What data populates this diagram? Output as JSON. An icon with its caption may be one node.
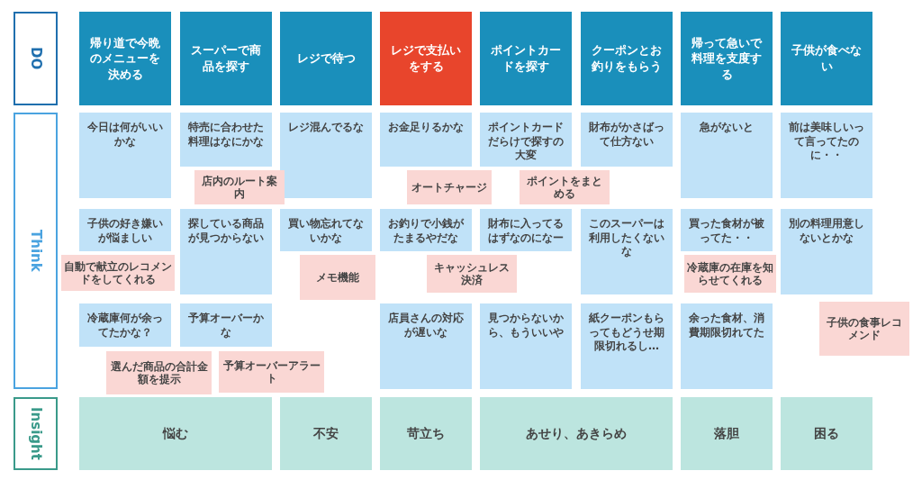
{
  "diagram": {
    "nodes": [
      {
        "text": [
          "DO"
        ]
      },
      {
        "text": [
          "帰り道で今晩のメニューを決める"
        ]
      },
      {
        "text": [
          "スーパーで商品を探す"
        ]
      },
      {
        "text": [
          "レジで待つ"
        ]
      },
      {
        "text": [
          "レジで支払いをする"
        ]
      },
      {
        "text": [
          "ポイントカードを探す"
        ]
      },
      {
        "text": [
          "クーポンとお釣りをもらう"
        ]
      },
      {
        "text": [
          "帰って急いで料理を支度する"
        ]
      },
      {
        "text": [
          "子供が食べない"
        ]
      },
      {
        "text": [
          "Think"
        ]
      },
      {
        "text": [
          "今日は何がいいかな"
        ]
      },
      {
        "text": [
          "特売に合わせた料理はなにかな"
        ]
      },
      {
        "text": [
          "レジ混んでるな"
        ]
      },
      {
        "text": [
          "お金足りるかな"
        ]
      },
      {
        "text": [
          "ポイントカードだらけで探すの大変"
        ]
      },
      {
        "text": [
          "財布がかさばって仕方ない"
        ]
      },
      {
        "text": [
          "急がないと"
        ]
      },
      {
        "text": [
          "前は美味しいって言ってたのに・・"
        ]
      },
      {
        "text": [
          "子供の好き嫌いが悩ましい"
        ]
      },
      {
        "text": [
          "探している商品が見つからない"
        ]
      },
      {
        "text": [
          "買い物忘れてないかな"
        ]
      },
      {
        "text": [
          "お釣りで小銭がたまるやだな"
        ]
      },
      {
        "text": [
          "財布に入ってるはずなのになー"
        ]
      },
      {
        "text": [
          "このスーパーは利用したくないな"
        ]
      },
      {
        "text": [
          "買った食材が被ってた・・"
        ]
      },
      {
        "text": [
          "別の料理用意しないとかな"
        ]
      },
      {
        "text": [
          "冷蔵庫何が余ってたかな？"
        ]
      },
      {
        "text": [
          "予算オーバーかな"
        ]
      },
      {
        "text": [
          "店員さんの対応が遅いな"
        ]
      },
      {
        "text": [
          "見つからないから、もういいや"
        ]
      },
      {
        "text": [
          "紙クーポンもらってもどうせ期限切れるし…"
        ]
      },
      {
        "text": [
          "余った食材、消費期限切れてた"
        ]
      },
      {
        "text": [
          "店内のルート案内"
        ]
      },
      {
        "text": [
          "オートチャージ"
        ]
      },
      {
        "text": [
          "ポイントをまとめる"
        ]
      },
      {
        "text": [
          "自動で献立のレコメンドをしてくれる"
        ]
      },
      {
        "text": [
          "メモ機能"
        ]
      },
      {
        "text": [
          "キャッシュレス決済"
        ]
      },
      {
        "text": [
          "冷蔵庫の在庫を知らせてくれる"
        ]
      },
      {
        "text": [
          "子供の食事レコメンド"
        ]
      },
      {
        "text": [
          "選んだ商品の合計金額を提示"
        ]
      },
      {
        "text": [
          "予算オーバーアラート"
        ]
      },
      {
        "text": [
          "Insight"
        ]
      },
      {
        "text": [
          "悩む"
        ]
      },
      {
        "text": [
          "不安"
        ]
      },
      {
        "text": [
          "苛立ち"
        ]
      },
      {
        "text": [
          "あせり、あきらめ"
        ]
      },
      {
        "text": [
          "落胆"
        ]
      },
      {
        "text": [
          "困る"
        ]
      }
    ]
  }
}
